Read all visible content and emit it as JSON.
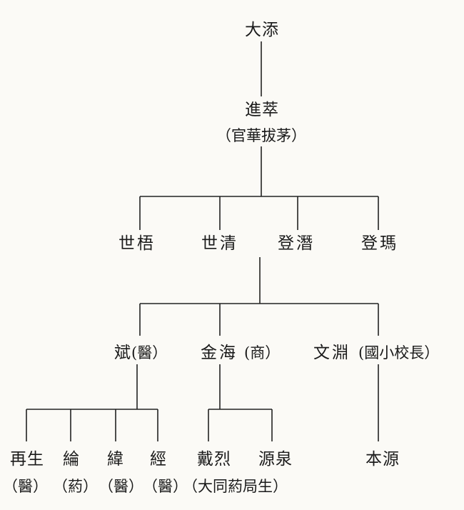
{
  "nodes": {
    "dating": {
      "name": "大添"
    },
    "jincui": {
      "name": "進萃",
      "note": "（官華拔茅）"
    },
    "shiwu": {
      "name": "世梧"
    },
    "shiqing": {
      "name": "世清"
    },
    "dengqian": {
      "name": "登潛"
    },
    "dengru": {
      "name": "登瑪"
    },
    "bin": {
      "name": "斌",
      "note": "(醫）"
    },
    "jinhai": {
      "name": "金海",
      "note": "(商）"
    },
    "wenyuan": {
      "name": "文淵",
      "note": "(國小校長）"
    },
    "zaisheng": {
      "name": "再生",
      "note": "（醫）"
    },
    "lun": {
      "name": "綸",
      "note": "（葯）"
    },
    "wei": {
      "name": "緯",
      "note": "（醫）"
    },
    "jing": {
      "name": "經",
      "note": "（醫）"
    },
    "dailie": {
      "name": "戴烈",
      "note": "（大同葯局生）"
    },
    "yuanquan": {
      "name": "源泉"
    },
    "benyuan": {
      "name": "本源"
    }
  }
}
